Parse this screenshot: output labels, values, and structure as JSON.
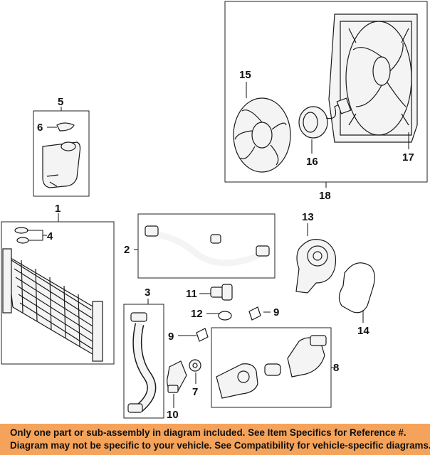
{
  "callouts": {
    "c1": "1",
    "c2": "2",
    "c3": "3",
    "c4": "4",
    "c5": "5",
    "c6": "6",
    "c7": "7",
    "c8": "8",
    "c9a": "9",
    "c9b": "9",
    "c10": "10",
    "c11": "11",
    "c12": "12",
    "c13": "13",
    "c14": "14",
    "c15": "15",
    "c16": "16",
    "c17": "17",
    "c18": "18"
  },
  "notice": {
    "line1": "Only one part or sub-assembly in diagram included. See Item Specifics for Reference #.",
    "line2": "Diagram may not be specific to your vehicle. See Compatibility for vehicle-specific diagrams."
  },
  "colors": {
    "notice_bg": "#f5a35a",
    "line": "#1a1a1a",
    "part_fill": "#f4f4f4"
  }
}
